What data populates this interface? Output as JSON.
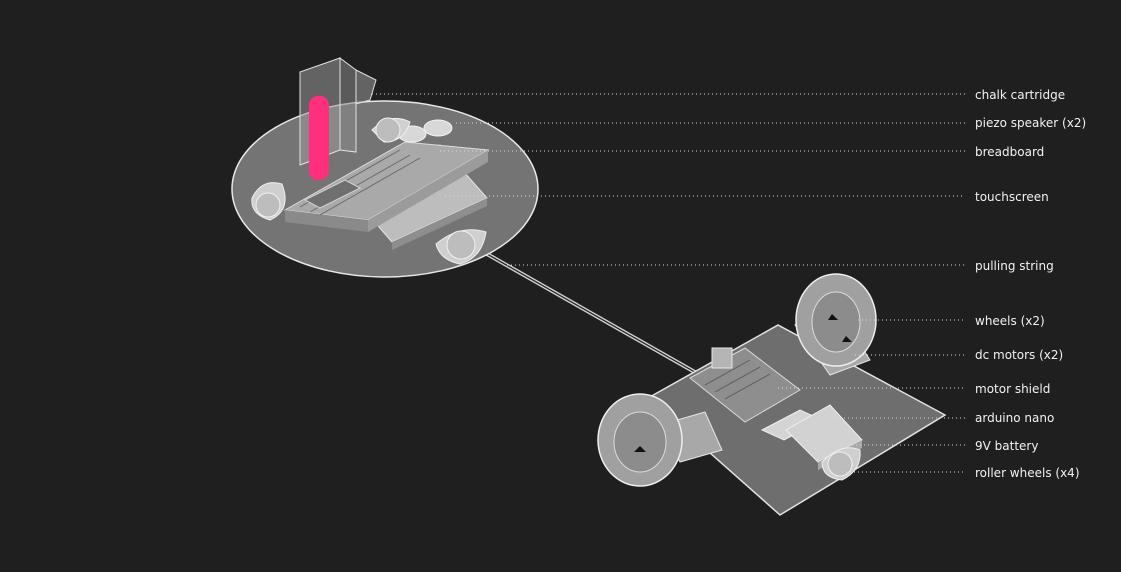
{
  "colors": {
    "background": "#1f1f1f",
    "chalk": "#ff2f7e",
    "line": "#d9d9d9",
    "label": "#f2f2f2"
  },
  "labels": [
    {
      "id": "chalk-cartridge",
      "text": "chalk cartridge"
    },
    {
      "id": "piezo-speaker",
      "text": "piezo speaker (x2)"
    },
    {
      "id": "breadboard",
      "text": "breadboard"
    },
    {
      "id": "touchscreen",
      "text": "touchscreen"
    },
    {
      "id": "pulling-string",
      "text": "pulling string"
    },
    {
      "id": "wheels",
      "text": "wheels (x2)"
    },
    {
      "id": "dc-motors",
      "text": "dc motors (x2)"
    },
    {
      "id": "motor-shield",
      "text": "motor shield"
    },
    {
      "id": "arduino-nano",
      "text": "arduino nano"
    },
    {
      "id": "battery",
      "text": "9V battery"
    },
    {
      "id": "roller-wheels",
      "text": "roller wheels (x4)"
    }
  ]
}
